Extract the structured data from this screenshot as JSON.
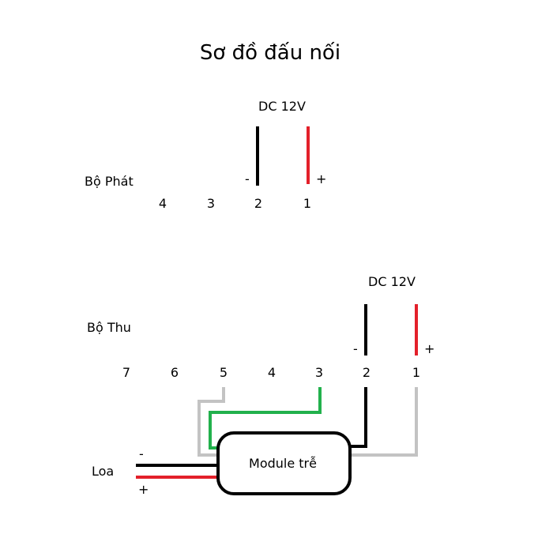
{
  "title": "Sơ đồ đấu nối",
  "transmitter": {
    "label": "Bộ Phát",
    "power_label": "DC 12V",
    "minus": "-",
    "plus": "+",
    "pins": [
      "4",
      "3",
      "2",
      "1"
    ]
  },
  "receiver": {
    "label": "Bộ Thu",
    "power_label": "DC 12V",
    "minus": "-",
    "plus": "+",
    "pins": [
      "7",
      "6",
      "5",
      "4",
      "3",
      "2",
      "1"
    ]
  },
  "module": {
    "label": "Module trễ"
  },
  "speaker": {
    "label": "Loa",
    "minus": "-",
    "plus": "+"
  },
  "colors": {
    "black": "#000000",
    "red": "#e3202a",
    "green": "#22b14c",
    "grey": "#c3c3c3"
  }
}
